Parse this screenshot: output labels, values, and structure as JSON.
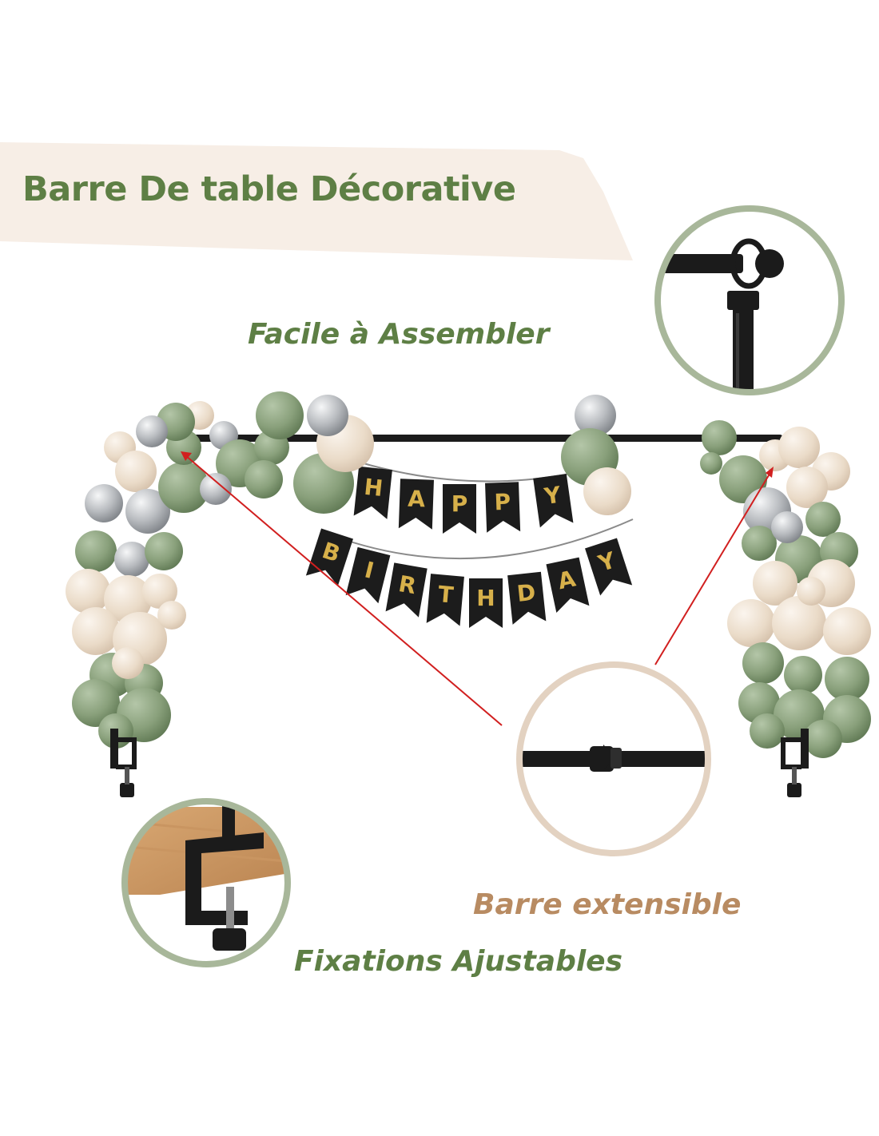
{
  "title": "Barre De table Décorative",
  "features": {
    "assemble": "Facile à Assembler",
    "extend": "Barre extensible",
    "clamps": "Fixations Ajustables"
  },
  "banner": {
    "top_letters": [
      "H",
      "A",
      "P",
      "P",
      "Y"
    ],
    "bottom_letters": [
      "B",
      "I",
      "R",
      "T",
      "H",
      "D",
      "A",
      "Y"
    ]
  },
  "colors": {
    "title_green": "#5e7f45",
    "caption_green": "#5e7f45",
    "caption_tan": "#b88b62",
    "ribbon": "#f7eee6",
    "ring_green": "#a8b79a",
    "ring_tan": "#e3d2c1",
    "sage_balloon": "#89a07b",
    "cream_balloon": "#efe2d2",
    "silver_balloon": "#c4c6c9",
    "pennant": "#1c1c1c",
    "gold": "#d7b04a",
    "pointer": "#d11f1f"
  },
  "icons": [
    "table-bar-illustration",
    "balloon-garland",
    "happy-birthday-banner",
    "bar-end-cap-detail",
    "bar-connector-detail",
    "table-clamp-detail"
  ]
}
